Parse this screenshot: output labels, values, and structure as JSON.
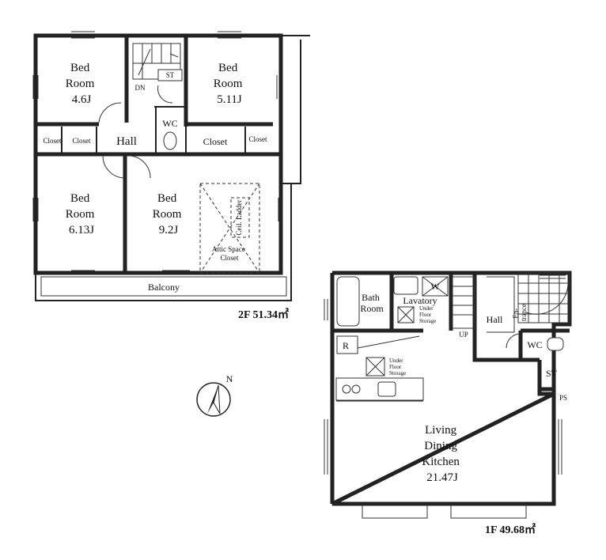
{
  "floor2": {
    "area_label": "2F 51.34㎡",
    "rooms": {
      "bed_a": [
        "Bed",
        "Room",
        "4.6J"
      ],
      "bed_b": [
        "Bed",
        "Room",
        "5.11J"
      ],
      "bed_c": [
        "Bed",
        "Room",
        "6.13J"
      ],
      "bed_d": [
        "Bed",
        "Room",
        "9.2J"
      ]
    },
    "hall": "Hall",
    "closet": "Closet",
    "wc": "WC",
    "st": "ST",
    "dn": "DN",
    "balcony": "Balcony",
    "attic": [
      "Attic Space",
      "Closet"
    ],
    "ladder": "Ceil. Ladder"
  },
  "floor1": {
    "area_label": "1F 49.68㎡",
    "ldk": [
      "Living",
      "Dining",
      "Kitchen",
      "21.47J"
    ],
    "bath": [
      "Bath",
      "Room"
    ],
    "lavatory": "Lavatory",
    "underfloor": [
      "Under",
      "Floor",
      "Storage"
    ],
    "w": "W",
    "r": "R",
    "hall": "Hall",
    "entrance": [
      "En-",
      "trance"
    ],
    "wc": "WC",
    "st": "ST",
    "ps": "PS",
    "up": "UP"
  },
  "compass": {
    "north": "N"
  }
}
